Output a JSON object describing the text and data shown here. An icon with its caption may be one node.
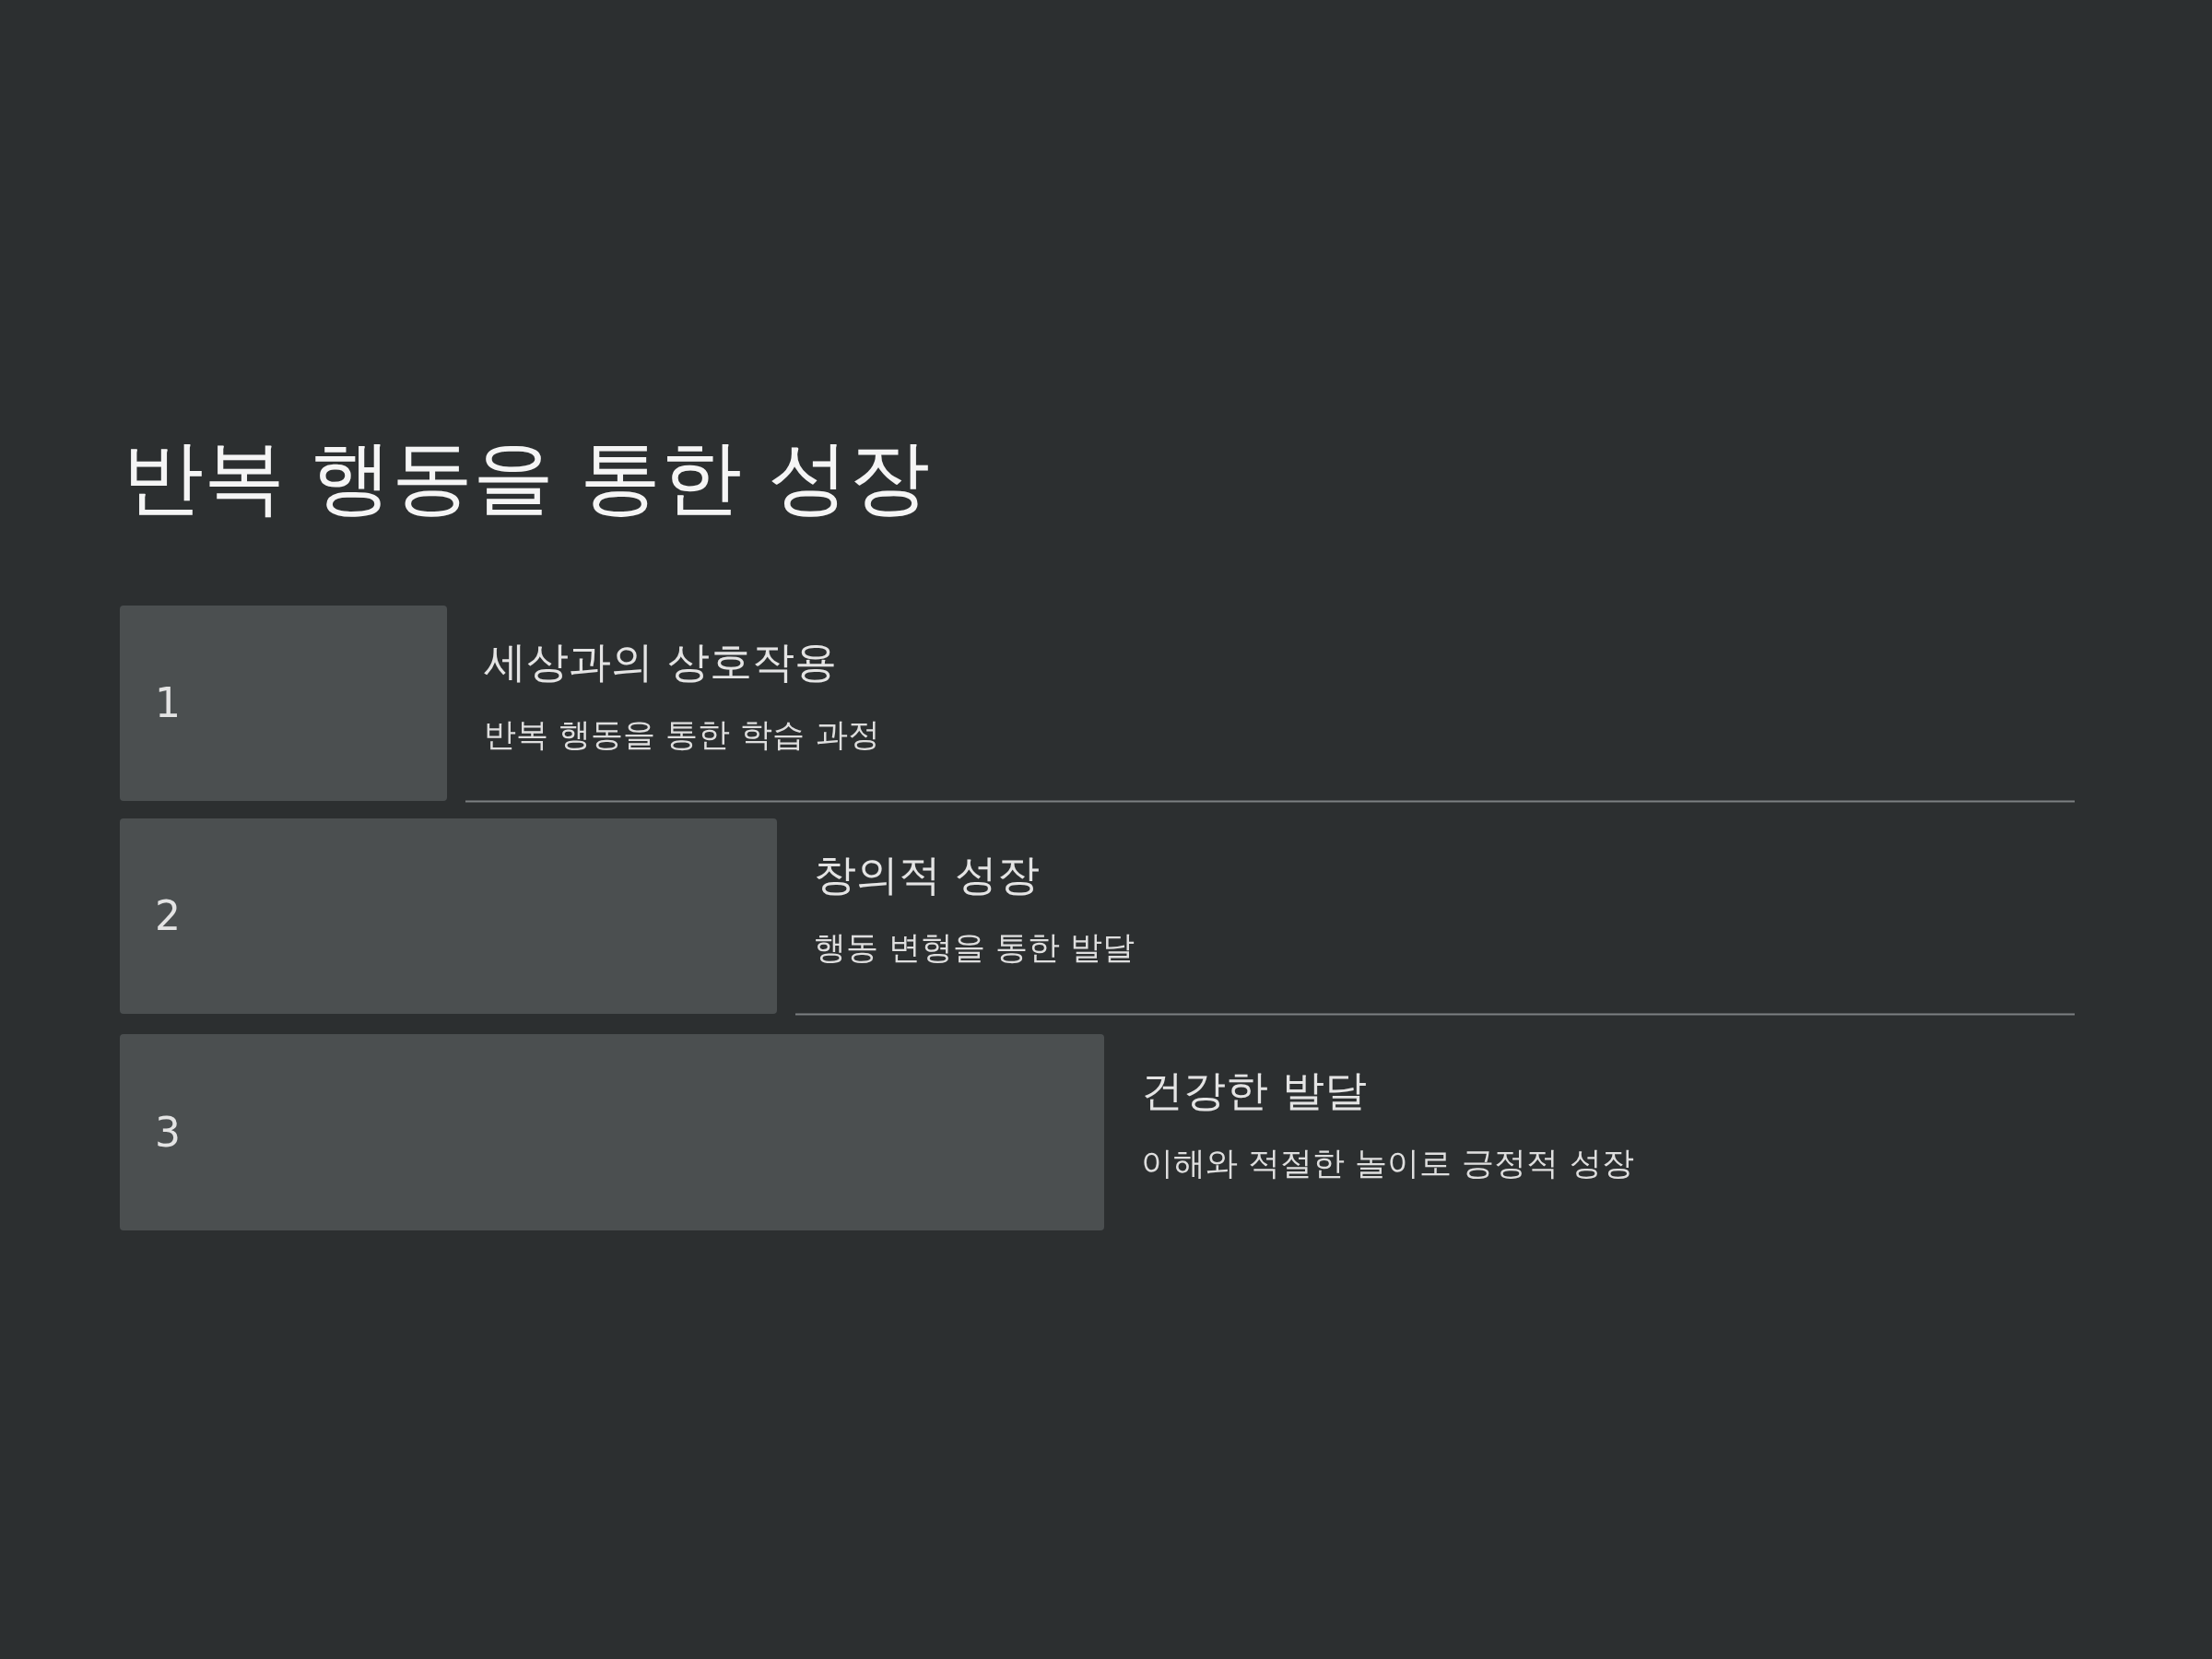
{
  "diagram": {
    "title": "반복 행동을 통한 성장",
    "nodes": [
      {
        "text": [
          "1"
        ],
        "beside": [
          "세상과의 상호작용",
          "반복 행동을 통한 학습 과정"
        ]
      },
      {
        "text": [
          "2"
        ],
        "beside": [
          "창의적 성장",
          "행동 변형을 통한 발달"
        ]
      },
      {
        "text": [
          "3"
        ],
        "beside": [
          "건강한 발달",
          "이해와 적절한 놀이로 긍정적 성장"
        ]
      }
    ]
  }
}
